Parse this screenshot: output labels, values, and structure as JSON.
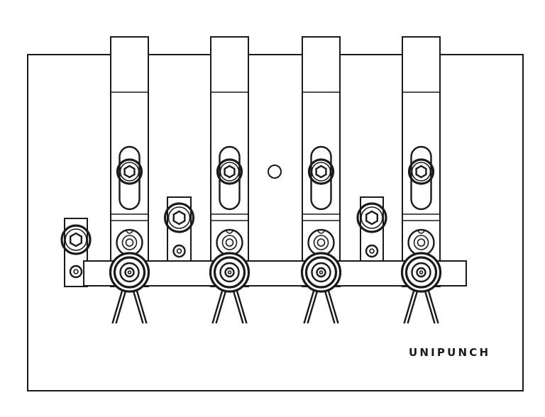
{
  "figure": {
    "brand_label": "UNIPUNCH",
    "line_color": "#1a1a1a",
    "background_color": "#ffffff"
  },
  "components": {
    "mounting_plate": "base-plate",
    "punch_holders": 4,
    "guide_pin_blocks": 3,
    "mounting_rail": "rail"
  }
}
